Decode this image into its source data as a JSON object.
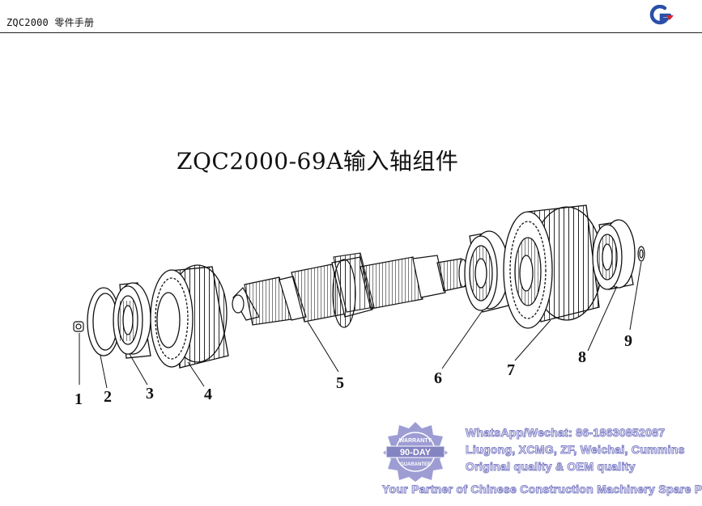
{
  "header": {
    "doc_title": "ZQC2000 零件手册",
    "logo_icon": "g-logo-icon"
  },
  "diagram": {
    "title": "ZQC2000-69A输入轴组件",
    "callouts": [
      "1",
      "2",
      "3",
      "4",
      "5",
      "6",
      "7",
      "8",
      "9"
    ]
  },
  "watermark": {
    "seal_top": "WARRANTY",
    "seal_mid": "90-DAY",
    "seal_bottom": "GUARANTEE",
    "line1": "WhatsApp/Wechat: 86-18630852087",
    "line2": "Liugong, XCMG, ZF, Weichai, Cummins",
    "line3": "Original quality & OEM quality",
    "line4": "Your Partner of Chinese Construction Machinery Spare Parts"
  },
  "colors": {
    "line": "#111111",
    "logo_blue": "#2a4fa8",
    "logo_red": "#d8262b",
    "watermark": "#7d7dc6"
  }
}
